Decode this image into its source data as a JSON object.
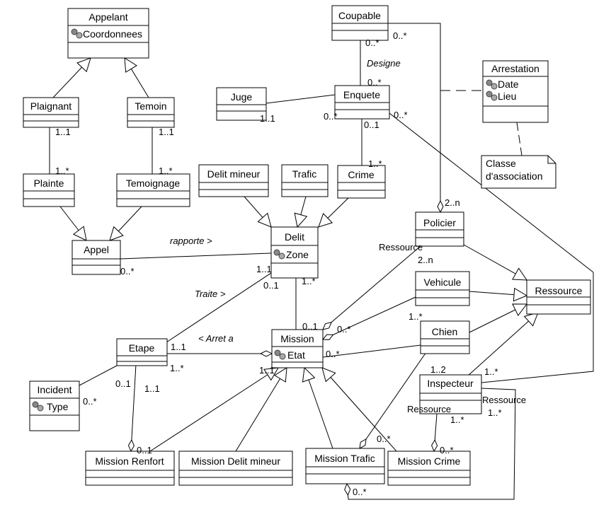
{
  "classes": {
    "appelant": {
      "name": "Appelant",
      "attrs": [
        "Coordonnees"
      ]
    },
    "plaignant": {
      "name": "Plaignant",
      "attrs": []
    },
    "temoin": {
      "name": "Temoin",
      "attrs": []
    },
    "plainte": {
      "name": "Plainte",
      "attrs": []
    },
    "temoignage": {
      "name": "Temoignage",
      "attrs": []
    },
    "appel": {
      "name": "Appel",
      "attrs": []
    },
    "coupable": {
      "name": "Coupable",
      "attrs": []
    },
    "juge": {
      "name": "Juge",
      "attrs": []
    },
    "enquete": {
      "name": "Enquete",
      "attrs": []
    },
    "arrestation": {
      "name": "Arrestation",
      "attrs": [
        "Date",
        "Lieu"
      ]
    },
    "delit_mineur": {
      "name": "Delit mineur",
      "attrs": []
    },
    "trafic": {
      "name": "Trafic",
      "attrs": []
    },
    "crime": {
      "name": "Crime",
      "attrs": []
    },
    "delit": {
      "name": "Delit",
      "attrs": [
        "Zone"
      ]
    },
    "policier": {
      "name": "Policier",
      "attrs": []
    },
    "vehicule": {
      "name": "Vehicule",
      "attrs": []
    },
    "ressource": {
      "name": "Ressource",
      "attrs": []
    },
    "chien": {
      "name": "Chien",
      "attrs": []
    },
    "etape": {
      "name": "Etape",
      "attrs": []
    },
    "mission": {
      "name": "Mission",
      "attrs": [
        "Etat"
      ]
    },
    "incident": {
      "name": "Incident",
      "attrs": [
        "Type"
      ]
    },
    "inspecteur": {
      "name": "Inspecteur",
      "attrs": []
    },
    "mission_renfort": {
      "name": "Mission Renfort",
      "attrs": []
    },
    "mission_delit_mineur": {
      "name": "Mission Delit mineur",
      "attrs": []
    },
    "mission_trafic": {
      "name": "Mission Trafic",
      "attrs": []
    },
    "mission_crime": {
      "name": "Mission Crime",
      "attrs": []
    }
  },
  "note": {
    "lines": [
      "Classe",
      "d'association"
    ]
  },
  "labels": {
    "designe": "Designe",
    "rapporte": "rapporte >",
    "traite": "Traite >",
    "arret_a": "< Arret a",
    "ressource_policier": "Ressource",
    "ressource_inspecteur_1": "Ressource",
    "ressource_inspecteur_2": "Ressource"
  },
  "multiplicities": {
    "plaignant_plainte_1": "1..1",
    "plaignant_plainte_2": "1..*",
    "temoin_temoignage_1": "1..1",
    "temoin_temoignage_2": "1..*",
    "appel_delit": "0..*",
    "coupable_enquete_1": "0..*",
    "coupable_policier": "0..*",
    "coupable_enquete_2": "0..*",
    "juge_enquete_1": "1..1",
    "juge_enquete_2": "0..*",
    "enquete_inspecteur": "0..*",
    "enquete_crime_1": "0..1",
    "enquete_crime_2": "1..*",
    "policier_coupable": "2..n",
    "delit_etape": "1..1",
    "delit_etape_2": "0..1",
    "delit_mission": "1..*",
    "policier_mission": "2..n",
    "mission_policier": "0..1",
    "mission_vehicule": "0..*",
    "vehicule_mission": "1..*",
    "mission_chien": "0..*",
    "etape_mission_1": "1..1",
    "etape_mission_2": "1..*",
    "mission_gen": "1..1",
    "etape_incident_1": "0..1",
    "etape_incident_2": "0..*",
    "etape_renfort_1": "1..1",
    "etape_renfort_2": "0..1",
    "inspecteur_chien": "1..2",
    "inspecteur_enquete": "1..*",
    "inspecteur_crime_1": "1..*",
    "inspecteur_crime_2": "0..*",
    "inspecteur_trafic": "1..*",
    "trafic_crime": "0..*",
    "trafic_inspecteur": "0..*"
  }
}
